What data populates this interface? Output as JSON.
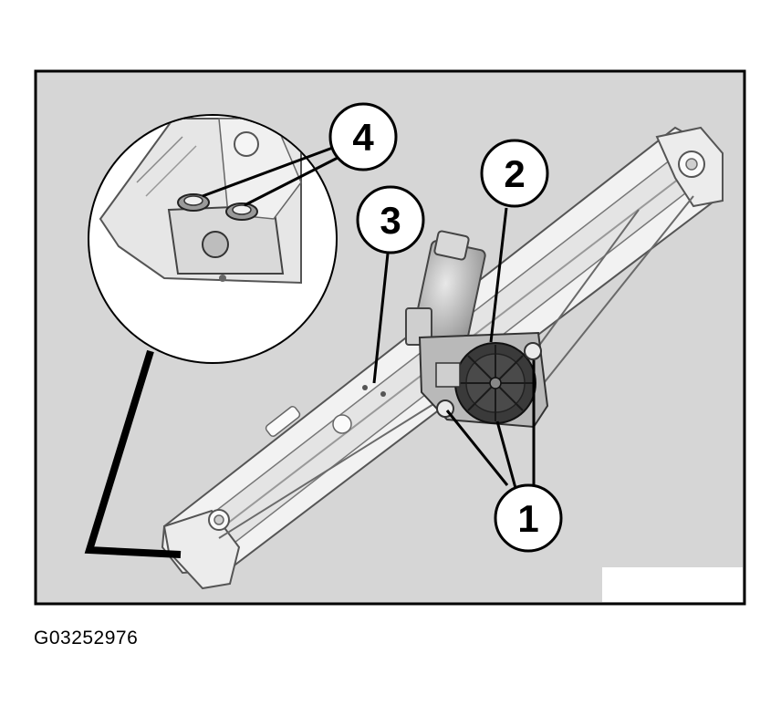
{
  "callouts": [
    {
      "id": "c1",
      "label": "1"
    },
    {
      "id": "c2",
      "label": "2"
    },
    {
      "id": "c3",
      "label": "3"
    },
    {
      "id": "c4",
      "label": "4"
    }
  ],
  "caption": "G03252976"
}
